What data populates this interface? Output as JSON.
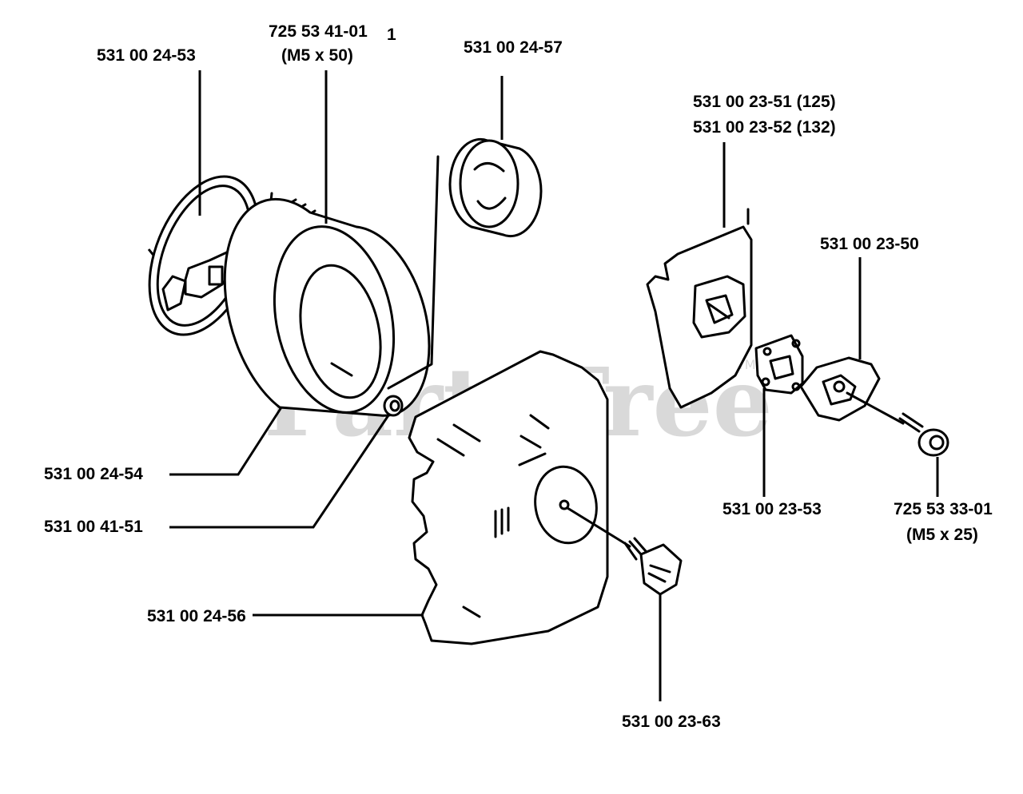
{
  "watermark": {
    "text": "PartsTree",
    "tm": "TM"
  },
  "labels": {
    "p_531_00_24_53": "531 00 24-53",
    "p_725_53_41_01": "725 53 41-01",
    "p_725_53_41_01_size": "(M5 x 50)",
    "ref_1": "1",
    "p_531_00_24_57": "531 00 24-57",
    "p_531_00_23_51": "531 00 23-51 (125)",
    "p_531_00_23_52": "531 00 23-52 (132)",
    "p_531_00_23_50": "531 00 23-50",
    "p_531_00_24_54": "531 00 24-54",
    "p_531_00_41_51": "531 00 41-51",
    "p_531_00_24_56": "531 00 24-56",
    "p_531_00_23_53": "531 00 23-53",
    "p_725_53_33_01": "725 53 33-01",
    "p_725_53_33_01_size": "(M5 x 25)",
    "p_531_00_23_63": "531 00 23-63"
  }
}
